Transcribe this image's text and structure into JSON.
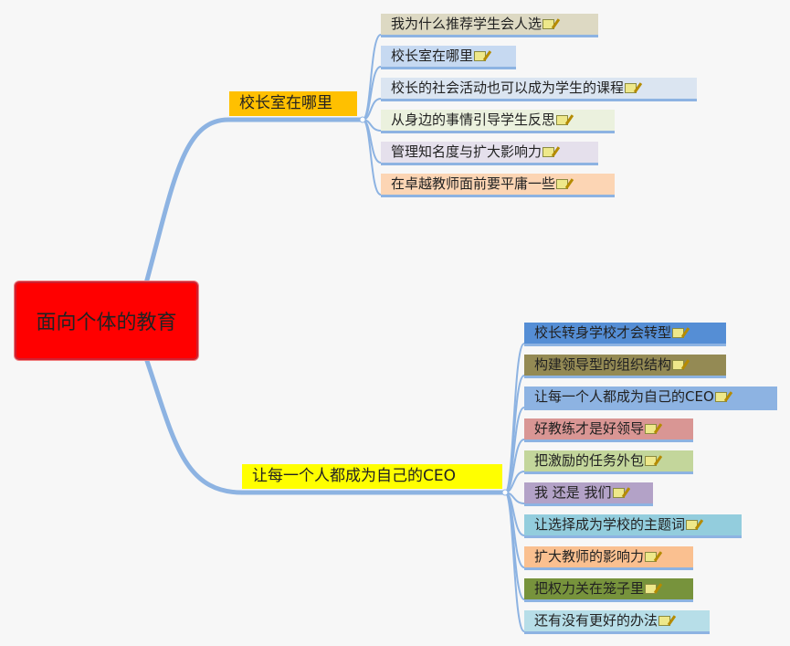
{
  "root": {
    "label": "面向个体的教育",
    "color": "#ff0000"
  },
  "branches": [
    {
      "label": "校长室在哪里",
      "color": "#ffc000",
      "children": [
        {
          "label": "我为什么推荐学生会人选",
          "color": "#ddd9c3"
        },
        {
          "label": "校长室在哪里",
          "color": "#c6d9f1"
        },
        {
          "label": "校长的社会活动也可以成为学生的课程",
          "color": "#dbe5f1"
        },
        {
          "label": "从身边的事情引导学生反思",
          "color": "#ebf1de"
        },
        {
          "label": "管理知名度与扩大影响力",
          "color": "#e5e0ec"
        },
        {
          "label": "在卓越教师面前要平庸一些",
          "color": "#fcd5b4"
        }
      ]
    },
    {
      "label": "让每一个人都成为自己的CEO",
      "color": "#ffff00",
      "children": [
        {
          "label": "校长转身学校才会转型",
          "color": "#558ed5"
        },
        {
          "label": "构建领导型的组织结构",
          "color": "#948a54"
        },
        {
          "label": "让每一个人都成为自己的CEO",
          "color": "#8db3e2"
        },
        {
          "label": "好教练才是好领导",
          "color": "#d99694"
        },
        {
          "label": "把激励的任务外包",
          "color": "#c3d69b"
        },
        {
          "label": "我 还是 我们",
          "color": "#b3a2c7"
        },
        {
          "label": "让选择成为学校的主题词",
          "color": "#93cddd"
        },
        {
          "label": "扩大教师的影响力",
          "color": "#fac090"
        },
        {
          "label": "把权力关在笼子里",
          "color": "#77933c"
        },
        {
          "label": "还有没有更好的办法",
          "color": "#b7dee8"
        }
      ]
    }
  ],
  "icons": {
    "note": "note-edit-icon"
  },
  "line_color": "#8db3e2"
}
